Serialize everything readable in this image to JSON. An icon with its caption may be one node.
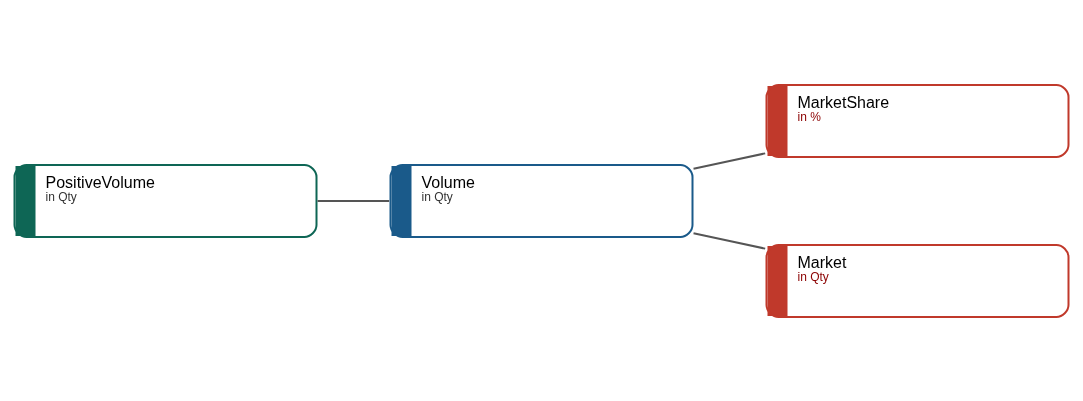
{
  "diagram": {
    "nodes": [
      {
        "text": [
          "PositiveVolume",
          "in Qty"
        ]
      },
      {
        "text": [
          "Volume",
          "in Qty"
        ]
      },
      {
        "text": [
          "MarketShare",
          "in %"
        ]
      },
      {
        "text": [
          "Market",
          "in Qty"
        ]
      }
    ],
    "edges": [
      {
        "from": 0,
        "to": 1,
        "arrow": "none"
      },
      {
        "from": 1,
        "to": 2,
        "arrow": "none"
      },
      {
        "from": 1,
        "to": 3,
        "arrow": "none"
      }
    ]
  }
}
